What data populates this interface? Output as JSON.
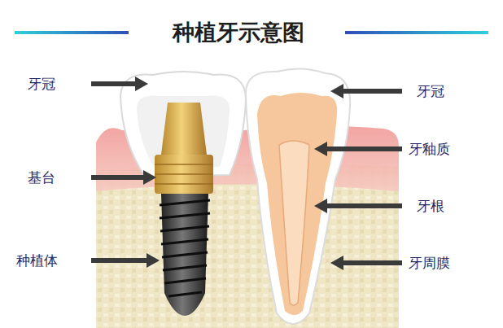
{
  "diagram": {
    "title": "种植牙示意图",
    "labels": [
      "牙冠",
      "基台",
      "种植体",
      "牙冠",
      "牙釉质",
      "牙根",
      "牙周膜"
    ]
  }
}
